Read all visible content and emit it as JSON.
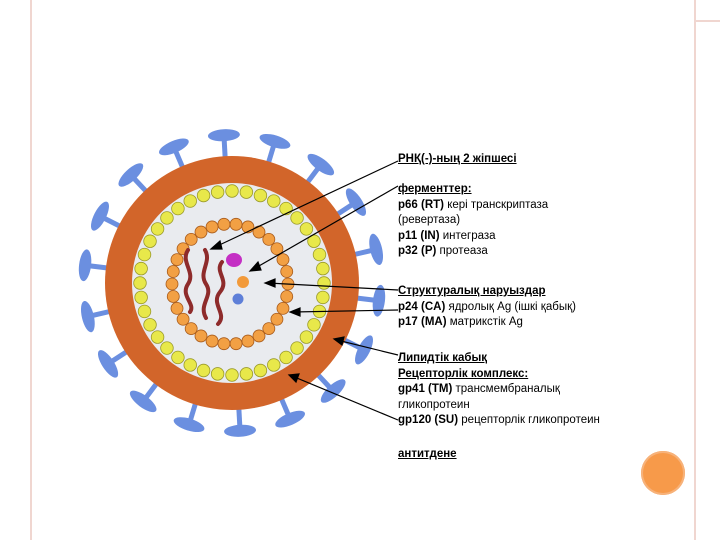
{
  "labels": {
    "rna": "РНҚ(-)-ның  2 жіпшесі",
    "enzymes_title": "ферменттер:",
    "p66_code": "p66 (RT)",
    "p66_text": " кері транскриптаза",
    "p66_text2": "(ревертаза)",
    "p11_code": "p11 (IN)",
    "p11_text": " интеграза",
    "p32_code": "p32 (P)",
    "p32_text": " протеаза",
    "structural_title": "Структуралық наруыздар",
    "p24_code": "p24 (CA)",
    "p24_text": " ядролық Ag (ішкі қабық)",
    "p17_code": "p17 (MA)",
    "p17_text": " матрикстік Ag",
    "lipid_title": "Липидтік кабық",
    "receptor_title": "Рецепторлік комплекс:",
    "gp41_code": "gp41 (TM)",
    "gp41_text": " трансмембраналық",
    "gp41_text2": "гликопротеин",
    "gp120_code": "gp120 (SU)",
    "gp120_text": " рецепторлік гликопротеин",
    "antigen_title": "антитдене"
  },
  "colors": {
    "envelope": "#d2652a",
    "spike": "#6b8fe0",
    "inner_bg": "#e9ebef",
    "matrix_bead": "#e8e84a",
    "capsid_bead": "#f2a044",
    "rna": "#8e2b2b",
    "enzyme_magenta": "#c42fc4",
    "enzyme_orange": "#f29a3a",
    "enzyme_blue": "#5e7fd8",
    "corner_circle": "#f79a4a"
  }
}
